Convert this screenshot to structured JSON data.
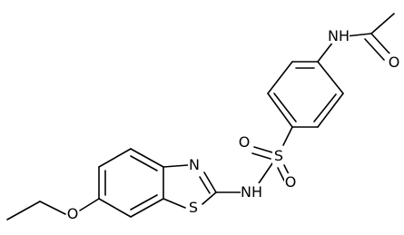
{
  "molecule": {
    "atom_labels": {
      "nh_acetamide": "NH",
      "o_carbonyl": "O",
      "s_sulfonyl": "S",
      "o_sulfonyl_left": "O",
      "o_sulfonyl_right": "O",
      "nh_sulfonamide": "NH",
      "n_thiazole": "N",
      "s_thiazole": "S",
      "o_ether": "O"
    },
    "colors": {
      "bond": "#000000",
      "text": "#000000",
      "background": "#ffffff"
    }
  }
}
